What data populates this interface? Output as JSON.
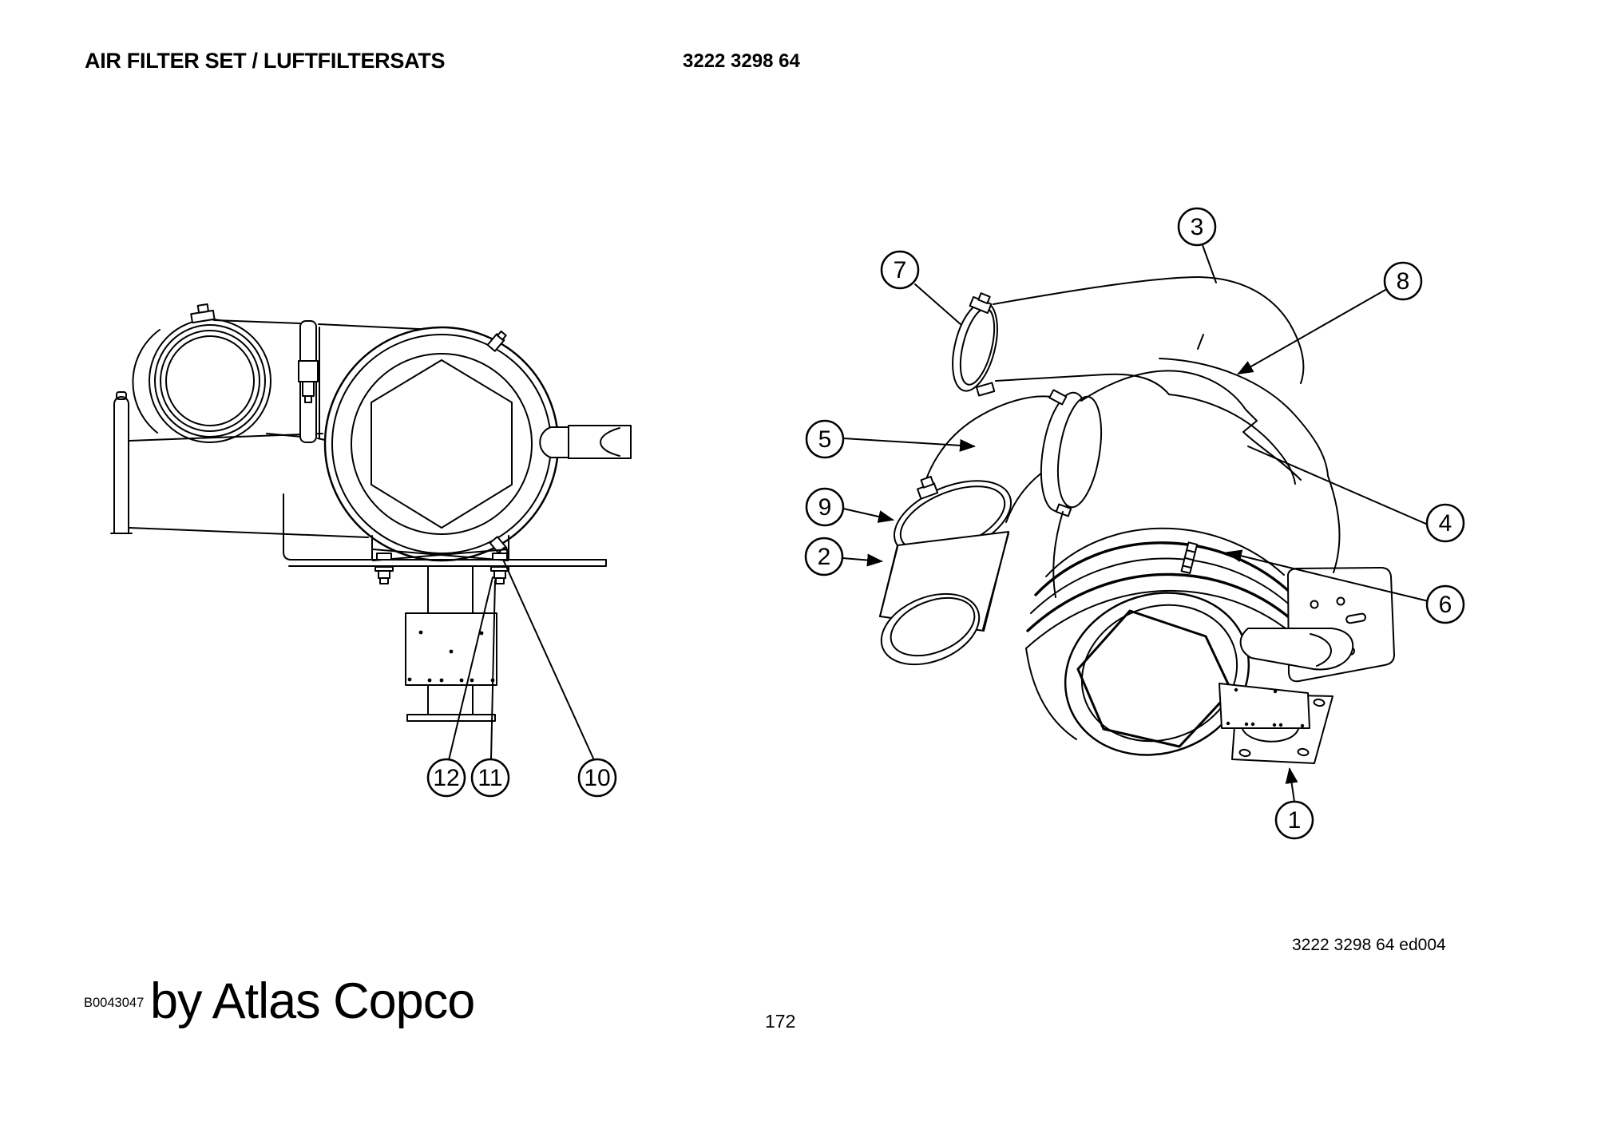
{
  "header": {
    "title": "AIR FILTER SET / LUFTFILTERSATS",
    "part_number": "3222 3298 64"
  },
  "footer": {
    "doc_code": "B0043047",
    "brand_line": "by Atlas Copco",
    "edition_code": "3222 3298 64 ed004",
    "page_number": "172"
  },
  "callouts": {
    "n1": "1",
    "n2": "2",
    "n3": "3",
    "n4": "4",
    "n5": "5",
    "n6": "6",
    "n7": "7",
    "n8": "8",
    "n9": "9",
    "n10": "10",
    "n11": "11",
    "n12": "12"
  },
  "colors": {
    "line": "#000000",
    "background": "#ffffff"
  }
}
